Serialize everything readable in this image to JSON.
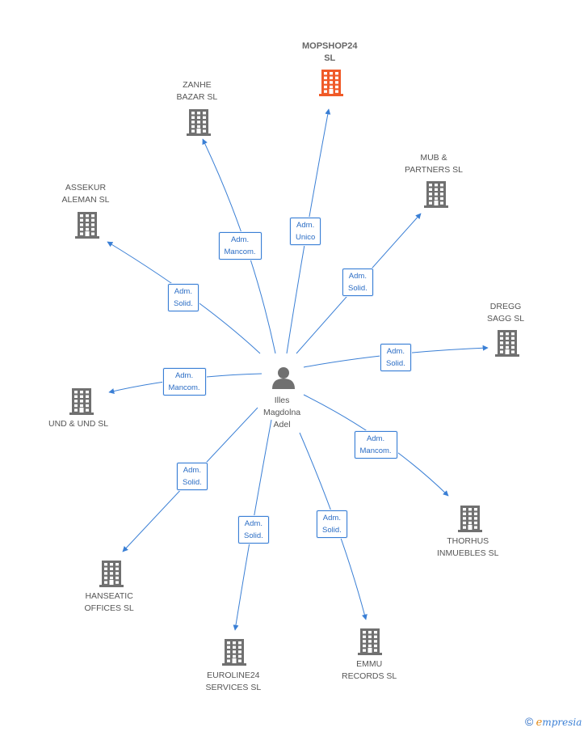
{
  "center": {
    "name_lines": [
      "Illes",
      "Magdolna",
      "Adel"
    ]
  },
  "companies": [
    {
      "id": "mopshop24",
      "name_lines": [
        "MOPSHOP24",
        "SL"
      ],
      "highlight": true
    },
    {
      "id": "zanhe",
      "name_lines": [
        "ZANHE",
        "BAZAR SL"
      ]
    },
    {
      "id": "mub",
      "name_lines": [
        "MUB &",
        "PARTNERS  SL"
      ]
    },
    {
      "id": "assekur",
      "name_lines": [
        "ASSEKUR",
        "ALEMAN SL"
      ]
    },
    {
      "id": "dregg",
      "name_lines": [
        "DREGG",
        "SAGG SL"
      ]
    },
    {
      "id": "undund",
      "name_lines": [
        "UND & UND SL"
      ]
    },
    {
      "id": "thorhus",
      "name_lines": [
        "THORHUS",
        "INMUEBLES SL"
      ]
    },
    {
      "id": "hanseatic",
      "name_lines": [
        "HANSEATIC",
        "OFFICES  SL"
      ]
    },
    {
      "id": "euroline24",
      "name_lines": [
        "EUROLINE24",
        "SERVICES SL"
      ]
    },
    {
      "id": "emmu",
      "name_lines": [
        "EMMU",
        "RECORDS SL"
      ]
    }
  ],
  "relations": [
    {
      "to": "mopshop24",
      "lines": [
        "Adm.",
        "Unico"
      ]
    },
    {
      "to": "zanhe",
      "lines": [
        "Adm.",
        "Mancom."
      ]
    },
    {
      "to": "mub",
      "lines": [
        "Adm.",
        "Solid."
      ]
    },
    {
      "to": "assekur",
      "lines": [
        "Adm.",
        "Solid."
      ]
    },
    {
      "to": "dregg",
      "lines": [
        "Adm.",
        "Solid."
      ]
    },
    {
      "to": "undund",
      "lines": [
        "Adm.",
        "Mancom."
      ]
    },
    {
      "to": "thorhus",
      "lines": [
        "Adm.",
        "Mancom."
      ]
    },
    {
      "to": "hanseatic",
      "lines": [
        "Adm.",
        "Solid."
      ]
    },
    {
      "to": "euroline24",
      "lines": [
        "Adm.",
        "Solid."
      ]
    },
    {
      "to": "emmu",
      "lines": [
        "Adm.",
        "Solid."
      ]
    }
  ],
  "colors": {
    "edge": "#3a7fd5",
    "building": "#707070",
    "highlight": "#f05a28",
    "person": "#707070"
  },
  "footer": {
    "copyright": "©",
    "brand_first": "e",
    "brand_rest": "mpresia"
  }
}
